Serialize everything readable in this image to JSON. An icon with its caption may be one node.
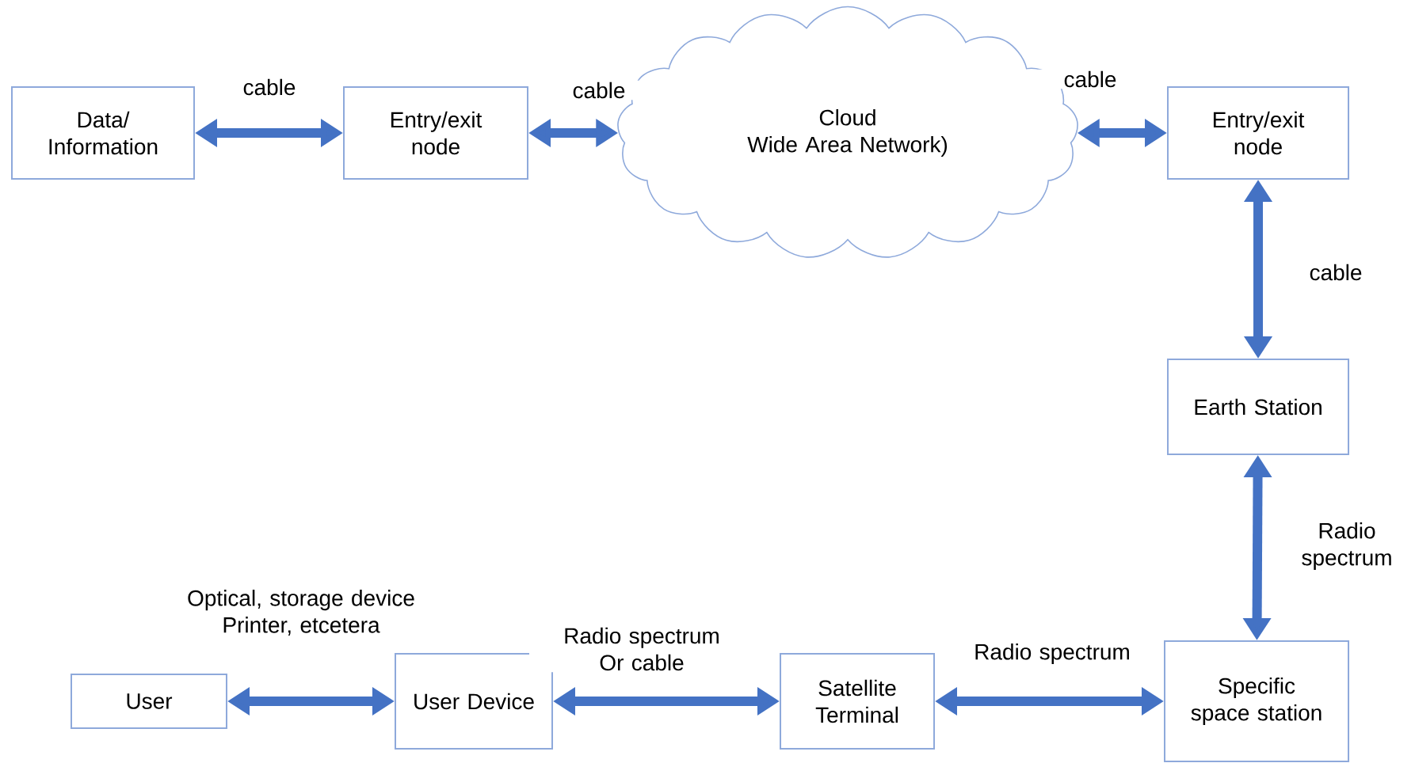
{
  "diagram": {
    "nodes": [
      {
        "text": [
          "Data/ Information"
        ]
      },
      {
        "text": [
          "Entry/exit node"
        ]
      },
      {
        "text": [
          "Cloud",
          "Wide Area Network)"
        ]
      },
      {
        "text": [
          "Entry/exit node"
        ]
      },
      {
        "text": [
          "Earth Station"
        ]
      },
      {
        "text": [
          "Specific space station"
        ]
      },
      {
        "text": [
          "Satellite Terminal"
        ]
      },
      {
        "text": [
          "User Device"
        ]
      },
      {
        "text": [
          "User"
        ]
      }
    ],
    "edges": [
      {
        "from": 0,
        "to": 1,
        "arrow": "both",
        "label": "cable"
      },
      {
        "from": 1,
        "to": 2,
        "arrow": "both",
        "label": "cable"
      },
      {
        "from": 2,
        "to": 3,
        "arrow": "both",
        "label": "cable"
      },
      {
        "from": 3,
        "to": 4,
        "arrow": "both",
        "label": "cable"
      },
      {
        "from": 4,
        "to": 5,
        "arrow": "both",
        "label": "Radio spectrum"
      },
      {
        "from": 6,
        "to": 5,
        "arrow": "both",
        "label": "Radio spectrum"
      },
      {
        "from": 7,
        "to": 6,
        "arrow": "both",
        "label": "Radio spectrum Or cable"
      },
      {
        "from": 8,
        "to": 7,
        "arrow": "both",
        "label": "Optical, storage device Printer, etcetera"
      }
    ]
  }
}
